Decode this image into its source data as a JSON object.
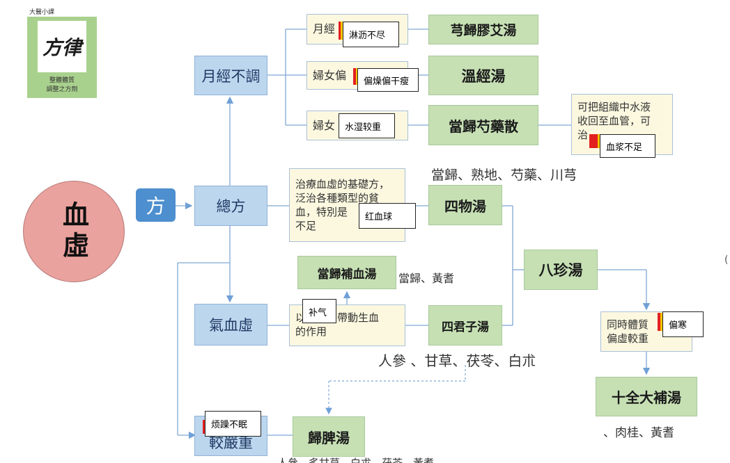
{
  "logo": {
    "brand": "大醫小課",
    "calligraphy": "方律",
    "caption": "整體體質\n調整之方劑"
  },
  "root": {
    "text": "血虛"
  },
  "fang": {
    "text": "方"
  },
  "categories": {
    "yuejing": "月經不調",
    "zongfang": "總方",
    "qixue": "氣血虛",
    "severe": "較嚴重"
  },
  "prescriptions": {
    "xionggui": "芎歸膠艾湯",
    "wenjing": "溫經湯",
    "danggui_shaoyao": "當歸芍藥散",
    "siwu": "四物湯",
    "danggui_buxue": "當歸補血湯",
    "bazhen": "八珍湯",
    "sijunzi": "四君子湯",
    "shiquan": "十全大補湯",
    "guipi": "歸脾湯"
  },
  "descriptions": {
    "yuejing_a": "月經",
    "funu_b": "婦女偏",
    "funu_c": "婦女",
    "water": "可把組織中水液\n收回至血管，可\n治",
    "siwu": "治療血虛的基礎方，\n泛治各種類型的貧\n血，特別是\n不足",
    "qixue": "以　　方帶動生血\n的作用",
    "bazhen_note": "同時體質\n偏虛較重"
  },
  "ingredients": {
    "siwu": "當歸、熟地、芍藥、川芎",
    "danggui_buxue": "當歸、黃耆",
    "sijunzi": "人參 、甘草、茯苓、白朮",
    "shiquan": "、肉桂、黃耆",
    "guipi": "人參、炙甘草、白朮、茯苓、黃耆"
  },
  "notes": {
    "linli": "淋沥不尽",
    "pianzao": "偏燥偏干瘦",
    "shuishi": "水湿较重",
    "xuejiang": "血浆不足",
    "hongxueqiu": "红血球",
    "buqi": "补气",
    "pianhan": "偏寒",
    "fanzao": "烦躁不眠"
  },
  "edge_glyph": "("
}
